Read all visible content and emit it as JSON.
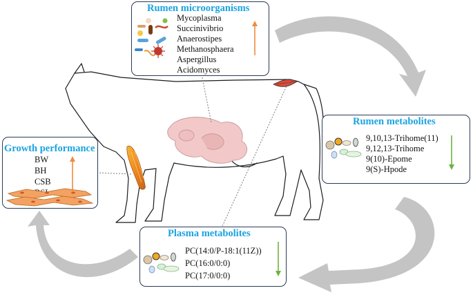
{
  "colors": {
    "title": "#1aa3e0",
    "box_border": "#2b3a55",
    "arrow_up": "#f08a3c",
    "arrow_down": "#6db33f",
    "cycle_arrow": "#bfbfbf",
    "cow_outline": "#1a1a1a",
    "rumen": "#f2c8c8"
  },
  "boxes": {
    "microorganisms": {
      "title": "Rumen microorganisms",
      "items": [
        "Mycoplasma",
        "Succinivibrio",
        "Anaerostipes",
        "Methanosphaera",
        "Aspergillus",
        "Acidomyces"
      ],
      "trend": "up",
      "icon": "bacteria-icon"
    },
    "rumen_metabolites": {
      "title": "Rumen metabolites",
      "items": [
        "9,10,13-Trihome(11)",
        "9,12,13-Trihome",
        "9(10)-Epome",
        "9(S)-Hpode"
      ],
      "trend": "down",
      "icon": "cells-icon"
    },
    "growth": {
      "title": "Growth performance",
      "items": [
        "BW",
        "BH",
        "CSB",
        "BSL"
      ],
      "trend": "up",
      "icon": "muscle-tissue-icon"
    },
    "plasma_metabolites": {
      "title": "Plasma metabolites",
      "items": [
        "PC(14:0/P-18:1(11Z))",
        "PC(16:0/0:0)",
        "PC(17:0/0:0)"
      ],
      "trend": "down",
      "icon": "cells-icon"
    }
  }
}
